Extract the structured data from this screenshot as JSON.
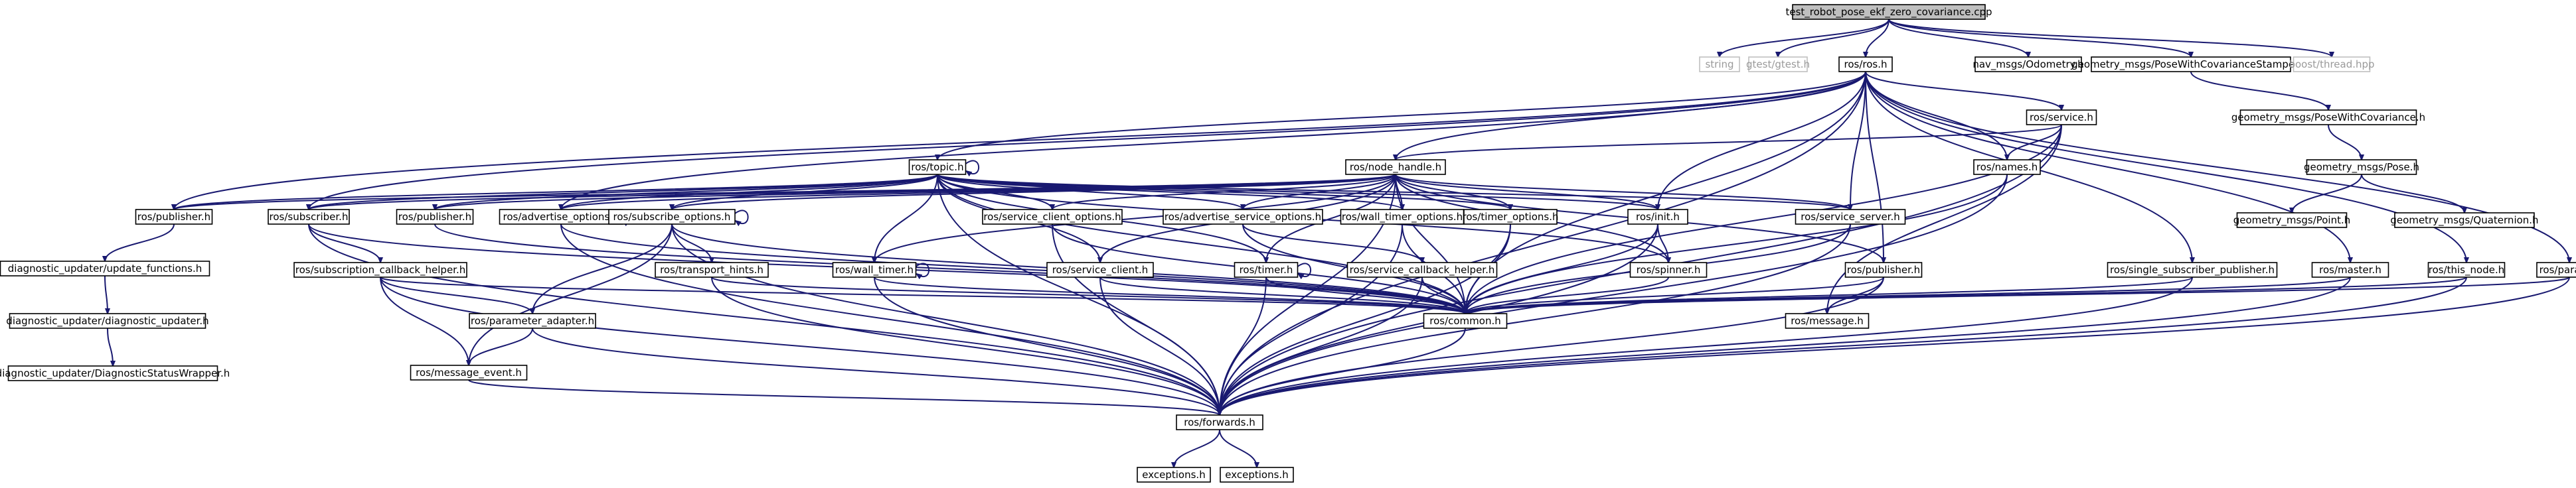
{
  "graph": {
    "colors": {
      "edge": "#191970",
      "root_fill": "#bfbfbf",
      "node_border": "#000000",
      "external_border": "#bfbfbf",
      "external_text": "#9a9a9a"
    },
    "nodes": [
      {
        "id": "root",
        "label": "test_robot_pose_ekf_zero_covariance.cpp",
        "root": true
      },
      {
        "id": "string",
        "label": "string",
        "external": true
      },
      {
        "id": "gtest",
        "label": "gtest/gtest.h",
        "external": true
      },
      {
        "id": "rosh",
        "label": "ros/ros.h"
      },
      {
        "id": "odom",
        "label": "nav_msgs/Odometry.h"
      },
      {
        "id": "pwcs",
        "label": "geometry_msgs/PoseWithCovarianceStamped.h"
      },
      {
        "id": "boost",
        "label": "boost/thread.hpp",
        "external": true
      },
      {
        "id": "pwc",
        "label": "geometry_msgs/PoseWithCovariance.h"
      },
      {
        "id": "pose",
        "label": "geometry_msgs/Pose.h"
      },
      {
        "id": "point",
        "label": "geometry_msgs/Point.h"
      },
      {
        "id": "quat",
        "label": "geometry_msgs/Quaternion.h"
      },
      {
        "id": "service",
        "label": "ros/service.h"
      },
      {
        "id": "names",
        "label": "ros/names.h"
      },
      {
        "id": "topic",
        "label": "ros/topic.h"
      },
      {
        "id": "nodehandle",
        "label": "ros/node_handle.h"
      },
      {
        "id": "publisher_l",
        "label": "ros/publisher.h"
      },
      {
        "id": "subscriber",
        "label": "ros/subscriber.h"
      },
      {
        "id": "publisher_m",
        "label": "ros/publisher.h"
      },
      {
        "id": "adv_opts",
        "label": "ros/advertise_options.h"
      },
      {
        "id": "sub_opts",
        "label": "ros/subscribe_options.h"
      },
      {
        "id": "svc_client_opts",
        "label": "ros/service_client_options.h"
      },
      {
        "id": "adv_svc_opts",
        "label": "ros/advertise_service_options.h"
      },
      {
        "id": "wall_timer_opts",
        "label": "ros/wall_timer_options.h"
      },
      {
        "id": "timer_opts",
        "label": "ros/timer_options.h"
      },
      {
        "id": "init",
        "label": "ros/init.h"
      },
      {
        "id": "svc_server",
        "label": "ros/service_server.h"
      },
      {
        "id": "spinner",
        "label": "ros/spinner.h"
      },
      {
        "id": "publisher_r",
        "label": "ros/publisher.h"
      },
      {
        "id": "single_sub_pub",
        "label": "ros/single_subscriber_publisher.h"
      },
      {
        "id": "master",
        "label": "ros/master.h"
      },
      {
        "id": "this_node",
        "label": "ros/this_node.h"
      },
      {
        "id": "param",
        "label": "ros/param.h"
      },
      {
        "id": "diag_uf",
        "label": "diagnostic_updater/update_functions.h"
      },
      {
        "id": "diag_du",
        "label": "diagnostic_updater/diagnostic_updater.h"
      },
      {
        "id": "diag_dsw",
        "label": "diagnostic_updater/DiagnosticStatusWrapper.h"
      },
      {
        "id": "sub_cb_helper",
        "label": "ros/subscription_callback_helper.h"
      },
      {
        "id": "transport_hints",
        "label": "ros/transport_hints.h"
      },
      {
        "id": "wall_timer",
        "label": "ros/wall_timer.h"
      },
      {
        "id": "svc_client",
        "label": "ros/service_client.h"
      },
      {
        "id": "timer",
        "label": "ros/timer.h"
      },
      {
        "id": "svc_cb_helper",
        "label": "ros/service_callback_helper.h"
      },
      {
        "id": "param_adapter",
        "label": "ros/parameter_adapter.h"
      },
      {
        "id": "msg_event",
        "label": "ros/message_event.h"
      },
      {
        "id": "common",
        "label": "ros/common.h"
      },
      {
        "id": "message",
        "label": "ros/message.h"
      },
      {
        "id": "forwards",
        "label": "ros/forwards.h"
      },
      {
        "id": "exc1",
        "label": "exceptions.h"
      },
      {
        "id": "exc2",
        "label": "exceptions.h"
      }
    ]
  }
}
